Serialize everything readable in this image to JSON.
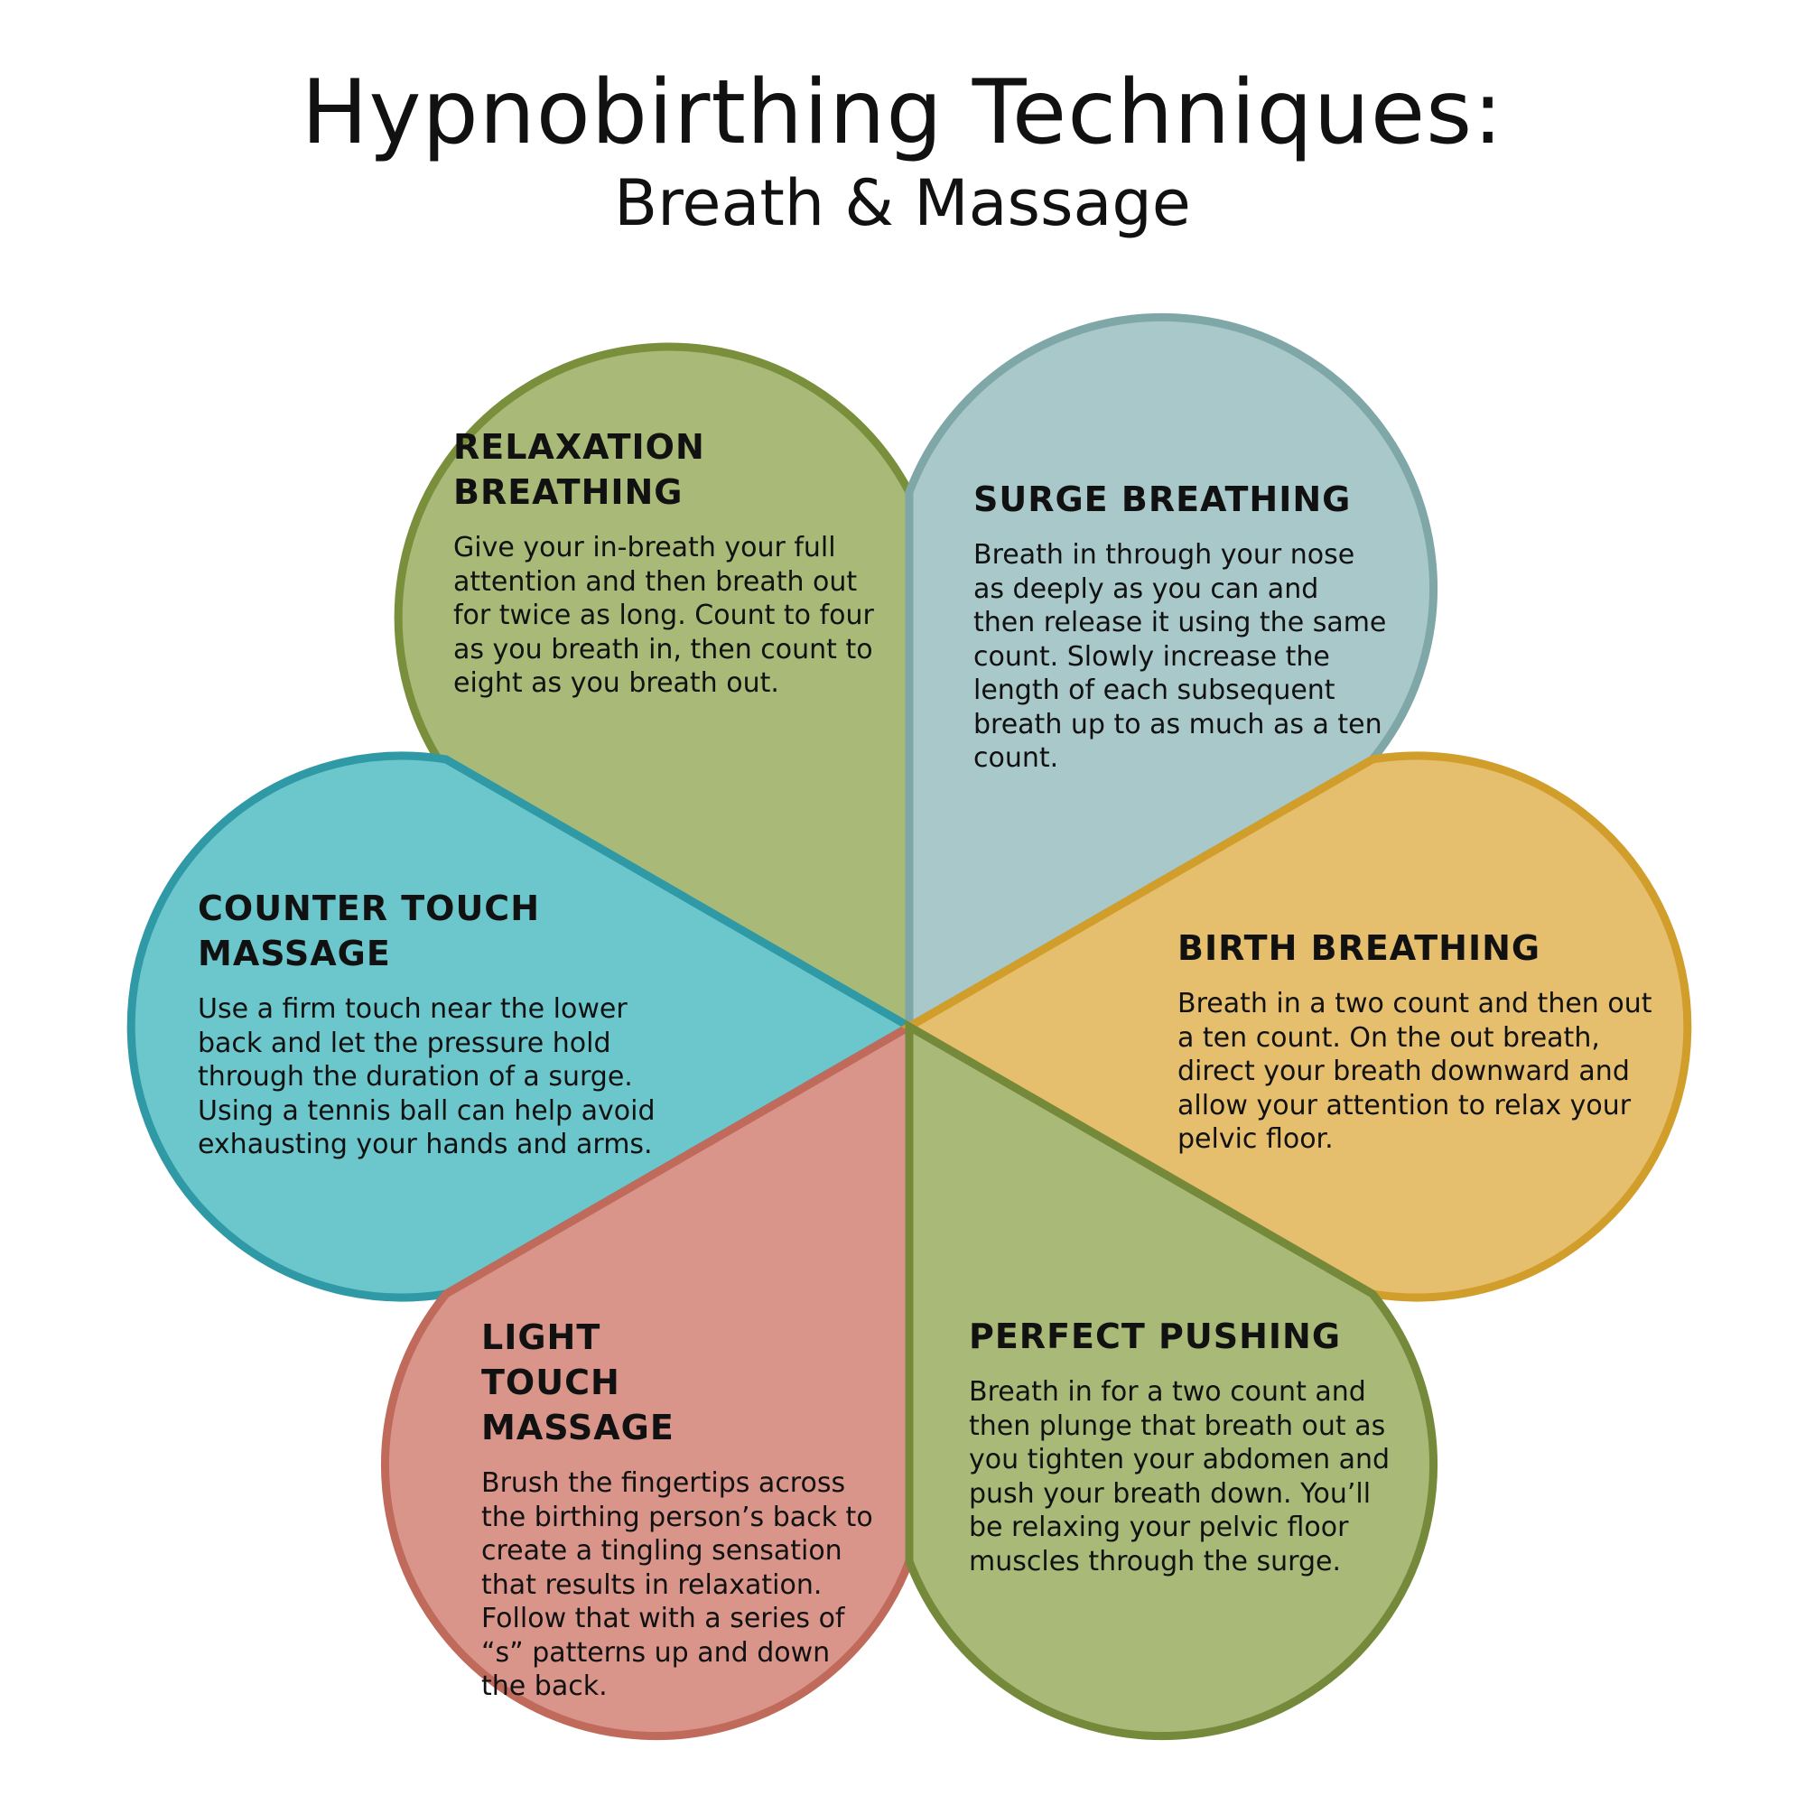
{
  "header": {
    "title": "Hypnobirthing Techniques:",
    "subtitle": "Breath & Massage"
  },
  "petals": [
    {
      "id": "relaxation-breathing",
      "title": "RELAXATION BREATHING",
      "body": "Give your in-breath your full attention and then breath out for twice as long. Count to four as you breath in, then count to eight as you breath out.",
      "fill": "#a8b978",
      "stroke": "#7a8f3c"
    },
    {
      "id": "surge-breathing",
      "title": "SURGE BREATHING",
      "body": "Breath in through your nose as deeply as you can and then release it using the same count. Slowly increase the length of each subsequent breath up to as much as a ten count.",
      "fill": "#a9c8c9",
      "stroke": "#7fa7a8"
    },
    {
      "id": "birth-breathing",
      "title": "BIRTH BREATHING",
      "body": "Breath in a two count and then out a ten count. On the out breath, direct your breath downward and allow your attention to relax your pelvic floor.",
      "fill": "#e5bf6d",
      "stroke": "#d19e2b"
    },
    {
      "id": "perfect-pushing",
      "title": "PERFECT PUSHING",
      "body": "Breath in for a two count and then plunge that breath out as you tighten your abdomen and push your breath down. You’ll be relaxing your pelvic floor muscles through the surge.",
      "fill": "#a8b978",
      "stroke": "#748a3a"
    },
    {
      "id": "light-touch-massage",
      "title": "LIGHT TOUCH MASSAGE",
      "body": "Brush the fingertips across the birthing person’s back to create a tingling sensation that results in relaxation. Follow that with a series of “s” patterns up and down the back.",
      "fill": "#d9958a",
      "stroke": "#c06a5c"
    },
    {
      "id": "counter-touch-massage",
      "title": "COUNTER TOUCH MASSAGE",
      "body": "Use a firm touch near the lower back and let the pressure hold through the duration of a surge. Using a tennis ball can help avoid exhausting your hands and arms.",
      "fill": "#6cc7cc",
      "stroke": "#2f9aa6"
    }
  ]
}
